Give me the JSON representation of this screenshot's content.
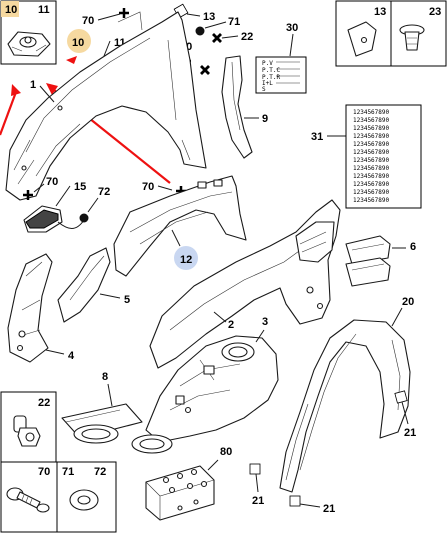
{
  "diagram": {
    "callouts": {
      "c10_inset": "10",
      "c11_inset": "11",
      "c10_highlight": "10",
      "c70_top": "70",
      "c11_top": "11",
      "c13_top": "13",
      "c71_top": "71",
      "c70_mid": "70",
      "c22_top": "22",
      "c1": "1",
      "c30": "30",
      "c9": "9",
      "c31": "31",
      "c70_left": "70",
      "c15": "15",
      "c72": "72",
      "c70_center": "70",
      "c12": "12",
      "c6": "6",
      "c3": "3",
      "c5": "5",
      "c2": "2",
      "c4": "4",
      "c20": "20",
      "c21_right": "21",
      "c8": "8",
      "c80": "80",
      "c21_bottom1": "21",
      "c21_bottom2": "21"
    },
    "legend_boxes": {
      "b13": "13",
      "b23": "23",
      "b22": "22",
      "b70": "70",
      "b71": "71",
      "b72": "72"
    },
    "label_plate_30": [
      "P.V",
      "P.T.C",
      "P.T.R",
      "I+L",
      "S"
    ],
    "label_plate_31": [
      "1234567890",
      "1234567890",
      "1234567890",
      "1234567890",
      "1234567890",
      "1234567890",
      "1234567890",
      "1234567890",
      "1234567890",
      "1234567890",
      "1234567890",
      "1234567890"
    ],
    "colors": {
      "highlight_orange": "#f6d9a0",
      "highlight_blue": "#c9d7f1",
      "arrow_red": "#ee1111"
    }
  }
}
